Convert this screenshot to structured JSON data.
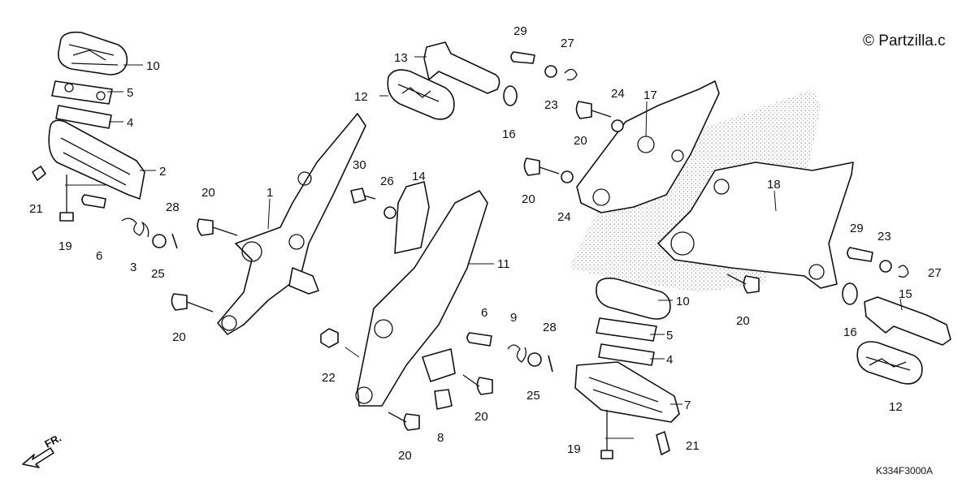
{
  "copyright": "© Partzilla.c",
  "drawing_code": "K334F3000A",
  "direction_marker": "FR.",
  "callouts": [
    {
      "id": "c10a",
      "label": "10"
    },
    {
      "id": "c5a",
      "label": "5"
    },
    {
      "id": "c4a",
      "label": "4"
    },
    {
      "id": "c2",
      "label": "2"
    },
    {
      "id": "c21a",
      "label": "21"
    },
    {
      "id": "c19a",
      "label": "19"
    },
    {
      "id": "c6a",
      "label": "6"
    },
    {
      "id": "c3",
      "label": "3"
    },
    {
      "id": "c25a",
      "label": "25"
    },
    {
      "id": "c28a",
      "label": "28"
    },
    {
      "id": "c20a",
      "label": "20"
    },
    {
      "id": "c1",
      "label": "1"
    },
    {
      "id": "c20b",
      "label": "20"
    },
    {
      "id": "c13",
      "label": "13"
    },
    {
      "id": "c12a",
      "label": "12"
    },
    {
      "id": "c16a",
      "label": "16"
    },
    {
      "id": "c29a",
      "label": "29"
    },
    {
      "id": "c27a",
      "label": "27"
    },
    {
      "id": "c23a",
      "label": "23"
    },
    {
      "id": "c24a",
      "label": "24"
    },
    {
      "id": "c17",
      "label": "17"
    },
    {
      "id": "c20c",
      "label": "20"
    },
    {
      "id": "c20d",
      "label": "20"
    },
    {
      "id": "c24b",
      "label": "24"
    },
    {
      "id": "c30",
      "label": "30"
    },
    {
      "id": "c26",
      "label": "26"
    },
    {
      "id": "c14",
      "label": "14"
    },
    {
      "id": "c11",
      "label": "11"
    },
    {
      "id": "c18",
      "label": "18"
    },
    {
      "id": "c29b",
      "label": "29"
    },
    {
      "id": "c23b",
      "label": "23"
    },
    {
      "id": "c27b",
      "label": "27"
    },
    {
      "id": "c15",
      "label": "15"
    },
    {
      "id": "c16b",
      "label": "16"
    },
    {
      "id": "c12b",
      "label": "12"
    },
    {
      "id": "c10b",
      "label": "10"
    },
    {
      "id": "c20e",
      "label": "20"
    },
    {
      "id": "c5b",
      "label": "5"
    },
    {
      "id": "c4b",
      "label": "4"
    },
    {
      "id": "c7",
      "label": "7"
    },
    {
      "id": "c19b",
      "label": "19"
    },
    {
      "id": "c21b",
      "label": "21"
    },
    {
      "id": "c6b",
      "label": "6"
    },
    {
      "id": "c9",
      "label": "9"
    },
    {
      "id": "c28b",
      "label": "28"
    },
    {
      "id": "c25b",
      "label": "25"
    },
    {
      "id": "c20f",
      "label": "20"
    },
    {
      "id": "c22",
      "label": "22"
    },
    {
      "id": "c8",
      "label": "8"
    },
    {
      "id": "c20g",
      "label": "20"
    },
    {
      "id": "c20h",
      "label": "20"
    }
  ]
}
